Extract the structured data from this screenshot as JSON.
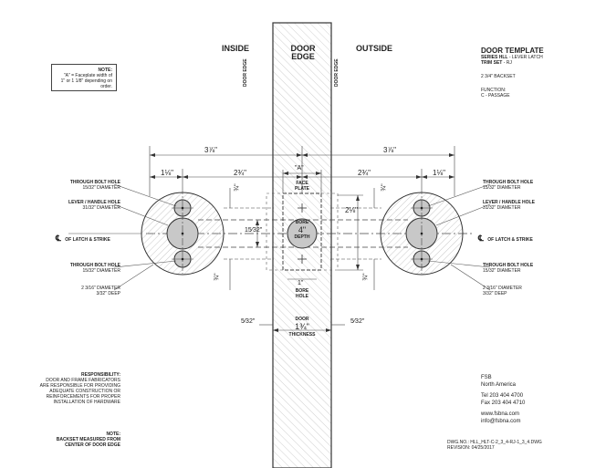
{
  "headers": {
    "inside": "INSIDE",
    "door_edge_line1": "DOOR",
    "door_edge_line2": "EDGE",
    "outside": "OUTSIDE"
  },
  "title_block": {
    "title": "DOOR TEMPLATE",
    "series": "SERIES HLL",
    "series_detail": " - LEVER LATCH",
    "trim": "TRIM SET",
    "trim_detail": " - RJ",
    "backset": "2 3/4\" BACKSET",
    "function_label": "FUNCTION:",
    "function_value": "C - PASSAGE"
  },
  "top_note": {
    "title": "NOTE:",
    "line1": "\"A\" = Faceplate width of",
    "line2": "1\" or 1 1/8\" depending on",
    "line3": "order."
  },
  "vertical_labels": {
    "door_edge": "DOOR EDGE"
  },
  "dimensions": {
    "overall_left": "3⅞\"",
    "overall_right": "3⅞\"",
    "backset_left": "2¾\"",
    "backset_right": "2¾\"",
    "bolt_left": "1⅛\"",
    "bolt_right": "1⅛\"",
    "a_label": "\"A\"",
    "face_plate_line1": "FACE",
    "face_plate_line2": "PLATE",
    "vert_top_left": "¾\"",
    "vert_top_right": "¾\"",
    "vert_bottom_left": "¾\"",
    "vert_bottom_right": "¾\"",
    "center_15_32": "15⁄32\"",
    "center_2_1_8": "2⅛\"",
    "bore_line1": "BORE",
    "bore_value": "4\"",
    "bore_line3": "DEPTH",
    "bore_hole_dim": "1\"",
    "bore_hole_line1": "BORE",
    "bore_hole_line2": "HOLE",
    "door_thickness_line1": "DOOR",
    "door_thickness_value": "1¾\"",
    "door_thickness_line3": "THICKNESS",
    "bottom_left": "5⁄32\"",
    "bottom_right": "5⁄32\""
  },
  "left_labels": {
    "through_bolt_top": "THROUGH BOLT HOLE",
    "through_bolt_top_sub": "15/32\" DIAMETER",
    "lever_hole": "LEVER / HANDLE HOLE",
    "lever_hole_sub": "31/32\" DIAMETER",
    "latch_strike": "OF LATCH & STRIKE",
    "through_bolt_bottom": "THROUGH BOLT HOLE",
    "through_bolt_bottom_sub": "15/32\" DIAMETER",
    "diameter_line1": "2 3/16\" DIAMETER",
    "diameter_line2": "3/32\" DEEP"
  },
  "right_labels": {
    "through_bolt_top": "THROUGH BOLT HOLE",
    "through_bolt_top_sub": "15/32\" DIAMETER",
    "lever_hole": "LEVER / HANDLE HOLE",
    "lever_hole_sub": "31/32\" DIAMETER",
    "latch_strike": "OF LATCH & STRIKE",
    "through_bolt_bottom": "THROUGH BOLT HOLE",
    "through_bolt_bottom_sub": "15/32\" DIAMETER",
    "diameter_line1": "2 3/16\" DIAMETER",
    "diameter_line2": "3/32\" DEEP"
  },
  "responsibility": {
    "title": "RESPONSIBILITY:",
    "line1": "DOOR AND FRAME FABRICATORS",
    "line2": "ARE RESPONSIBLE FOR PROVIDING",
    "line3": "ADEQUATE CONSTRUCTION OR",
    "line4": "REINFORCEMENTS FOR PROPER",
    "line5": "INSTALLATION OF HARDWARE"
  },
  "bottom_note": {
    "title": "NOTE:",
    "line1": "BACKSET MEASURED FROM",
    "line2": "CENTER OF DOOR EDGE"
  },
  "company": {
    "name": "FSB",
    "region": "North America",
    "tel": "Tel 203 404 4700",
    "fax": "Fax 203 404 4710",
    "web": "www.fsbna.com",
    "email": "info@fsbna.com"
  },
  "drawing_info": {
    "dwg_no": "DWG.NO.: HLL_HLT-C-2_3_4-RJ-1_3_4.DWG",
    "revision": "REVISION: 04/25/2017"
  },
  "centerline_symbol": "℄"
}
